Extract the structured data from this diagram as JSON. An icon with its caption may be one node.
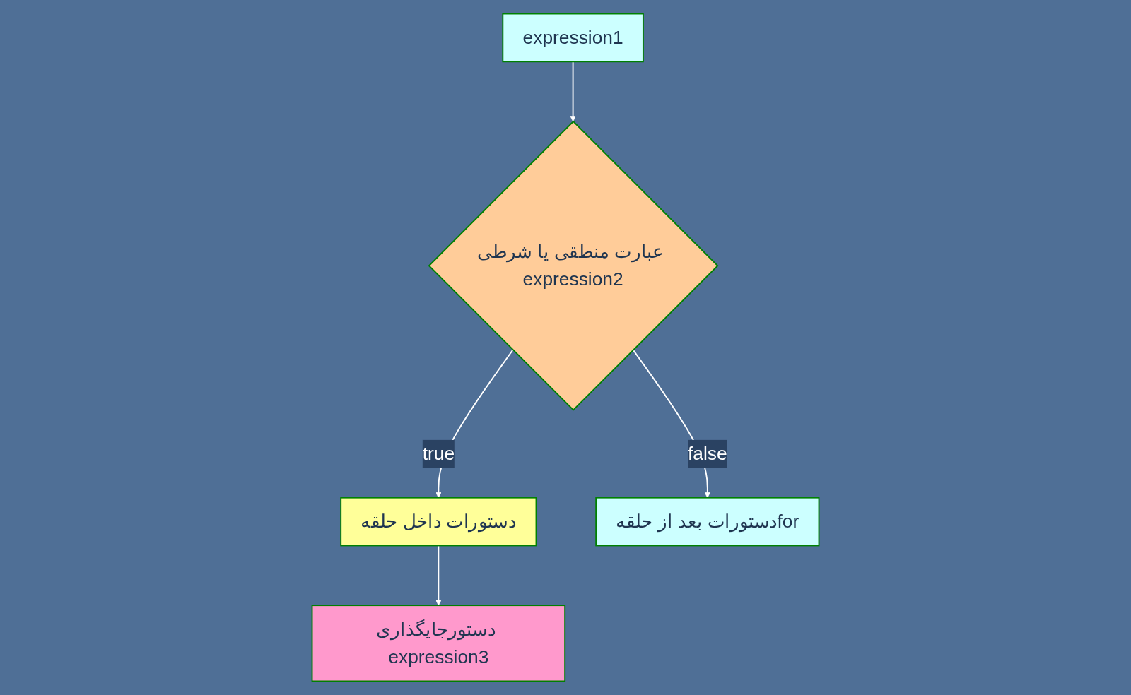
{
  "diagram": {
    "nodes": [
      {
        "text": [
          "expression1"
        ]
      },
      {
        "text": [
          "عبارت منطقی یا شرطی expression2"
        ]
      },
      {
        "text": [
          "دستورات داخل حلقه"
        ]
      },
      {
        "text": [
          "دستورجایگذاری expression3"
        ]
      },
      {
        "text": [
          "دستورات بعد از حلقهfor"
        ]
      }
    ],
    "edges": [
      {
        "from": 0,
        "to": 1,
        "arrow": "to"
      },
      {
        "from": 1,
        "to": 2,
        "arrow": "to",
        "label": "true"
      },
      {
        "from": 2,
        "to": 3,
        "arrow": "to"
      },
      {
        "from": 1,
        "to": 4,
        "arrow": "to",
        "label": "false"
      }
    ]
  }
}
